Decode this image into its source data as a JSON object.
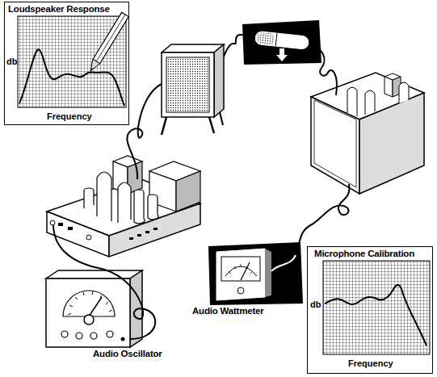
{
  "diagram": {
    "nodes": [
      {
        "text": [
          "Loudspeaker Response",
          "db",
          "Frequency"
        ]
      },
      {
        "text": [
          "Audio Wattmeter"
        ]
      },
      {
        "text": [
          "Microphone Calibration",
          "db",
          "Frequency"
        ]
      },
      {
        "text": [
          "Audio Oscillator"
        ]
      }
    ]
  }
}
